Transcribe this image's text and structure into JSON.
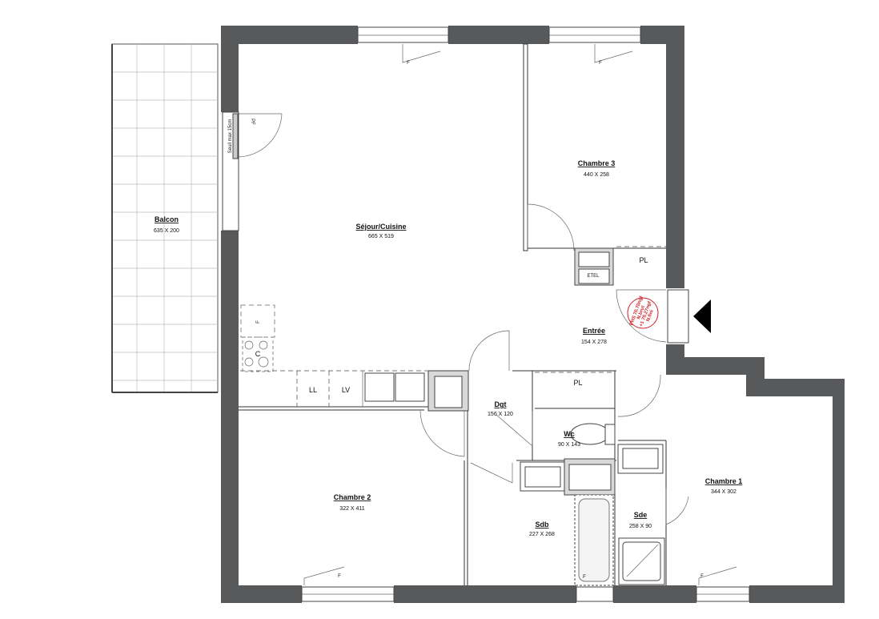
{
  "rooms": {
    "balcon": {
      "name": "Balcon",
      "dims": "635 X 200"
    },
    "sejour": {
      "name": "Séjour/Cuisine",
      "dims": "665 X 519"
    },
    "chambre3": {
      "name": "Chambre 3",
      "dims": "440 X 258"
    },
    "entree": {
      "name": "Entrée",
      "dims": "154 X 278"
    },
    "dgt": {
      "name": "Dgt",
      "dims": "156 X 120"
    },
    "wc": {
      "name": "Wc",
      "dims": "90 X 143"
    },
    "chambre1": {
      "name": "Chambre 1",
      "dims": "344 X 302"
    },
    "chambre2": {
      "name": "Chambre 2",
      "dims": "322 X 411"
    },
    "sdb": {
      "name": "Sdb",
      "dims": "227 X 268"
    },
    "sde": {
      "name": "Sde",
      "dims": "258 X 90"
    }
  },
  "labels": {
    "pl": "PL",
    "etel": "ETEL",
    "window": "F",
    "door_pf": "PF",
    "seuil": "Seuil max 15cm",
    "fridge": "F",
    "cooktop": "C",
    "ll": "LL",
    "lv": "LV"
  },
  "stamp": {
    "lines": [
      "PHS 70.70ngf",
      "N.brut",
      "+1 75.27ngf",
      "N.fini"
    ],
    "color": "#d0202a"
  },
  "colors": {
    "wall": "#58595b"
  }
}
